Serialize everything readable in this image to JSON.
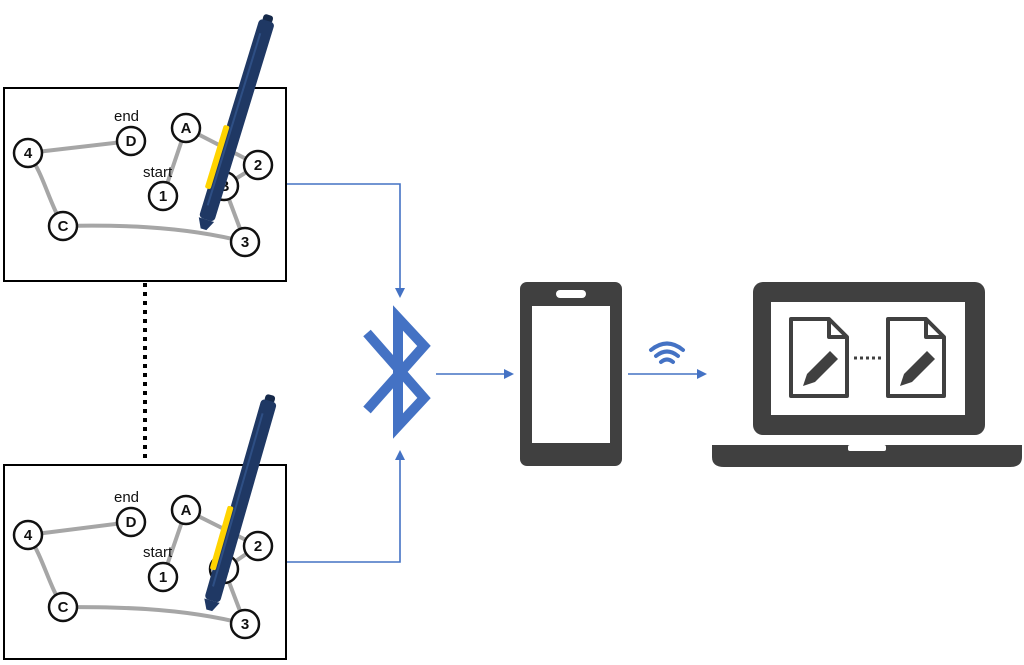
{
  "colors": {
    "flow": "#4472c4",
    "device": "#404040",
    "path": "#a6a6a6",
    "pen_body": "#1f3864",
    "pen_clip": "#ffd400"
  },
  "panels": [
    {
      "nodes": [
        {
          "id": "4",
          "label": "4"
        },
        {
          "id": "D",
          "label": "D"
        },
        {
          "id": "A",
          "label": "A"
        },
        {
          "id": "2",
          "label": "2"
        },
        {
          "id": "1",
          "label": "1"
        },
        {
          "id": "B",
          "label": "B"
        },
        {
          "id": "C",
          "label": "C"
        },
        {
          "id": "3",
          "label": "3"
        }
      ],
      "end_label": "end",
      "start_label": "start"
    },
    {
      "nodes": [
        {
          "id": "4",
          "label": "4"
        },
        {
          "id": "D",
          "label": "D"
        },
        {
          "id": "A",
          "label": "A"
        },
        {
          "id": "2",
          "label": "2"
        },
        {
          "id": "1",
          "label": "1"
        },
        {
          "id": "B",
          "label": "B"
        },
        {
          "id": "C",
          "label": "C"
        },
        {
          "id": "3",
          "label": "3"
        }
      ],
      "end_label": "end",
      "start_label": "start"
    }
  ],
  "icons": {
    "bluetooth": "bluetooth-icon",
    "smartphone": "smartphone-icon",
    "wifi": "wifi-icon",
    "laptop": "laptop-icon",
    "document": "document-edit-icon",
    "pen": "smart-pen-icon"
  }
}
